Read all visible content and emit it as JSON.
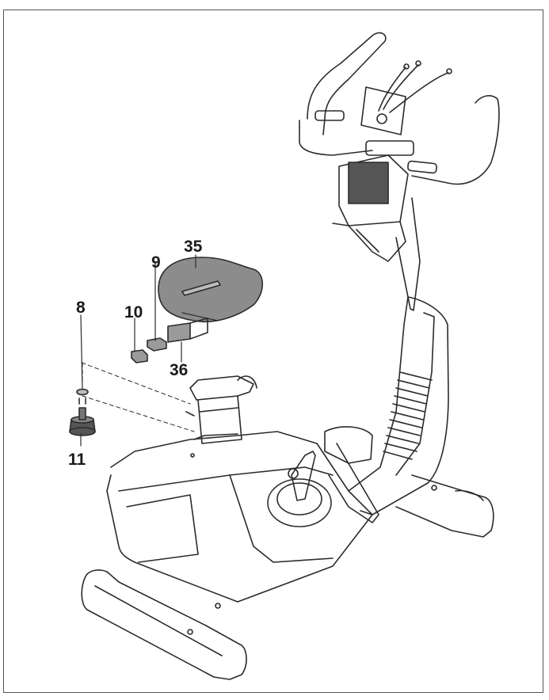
{
  "callouts": {
    "part_35": "35",
    "part_9": "9",
    "part_10": "10",
    "part_8": "8",
    "part_36": "36",
    "part_11": "11"
  },
  "colors": {
    "line": "#2b2b2b",
    "saddle_fill": "#8c8c8c",
    "part_fill": "#9a9a9a",
    "frame": "#555555"
  }
}
